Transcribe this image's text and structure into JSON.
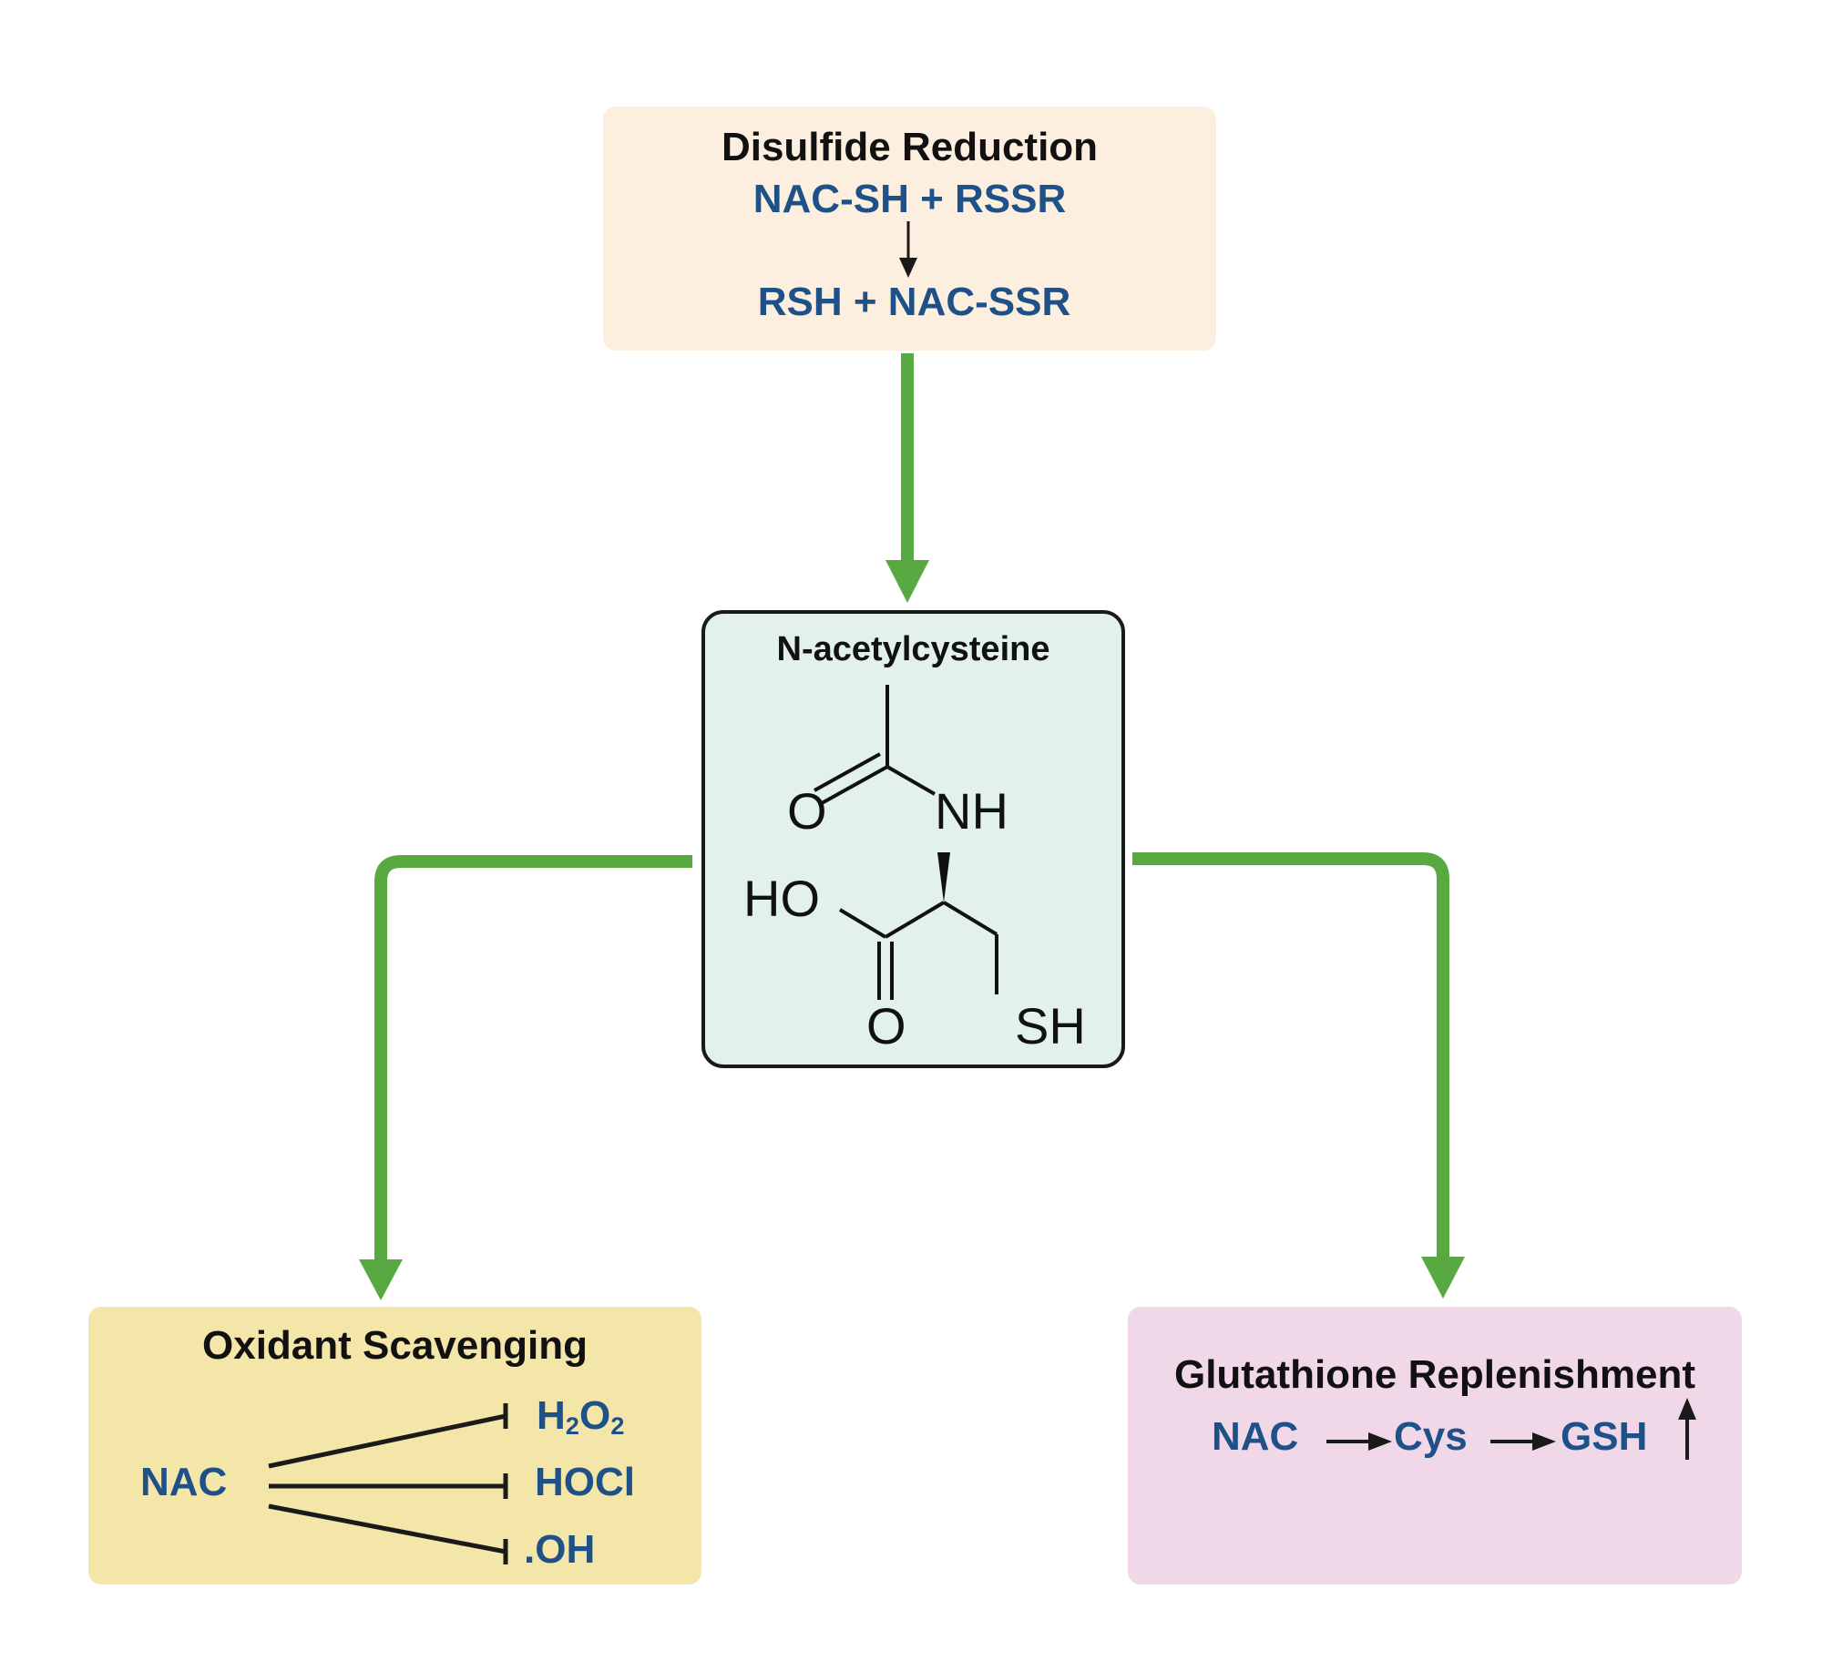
{
  "colors": {
    "flow_arrow": "#58a941",
    "chem_text": "#1e5188",
    "title_text": "#111111",
    "disulfide_bg": "#fdefdf",
    "nac_bg": "#e2f1ed",
    "oxidant_bg": "#f4e5a9",
    "gsh_bg": "#f1d8e8"
  },
  "disulfide": {
    "title": "Disulfide Reduction",
    "reactants": "NAC-SH + RSSR",
    "products": "RSH + NAC-SSR"
  },
  "center": {
    "title": "N-acetylcysteine",
    "atoms": {
      "o_carbonyl": "O",
      "nh": "NH",
      "ho": "HO",
      "o_acid": "O",
      "sh": "SH"
    }
  },
  "oxidant": {
    "title": "Oxidant Scavenging",
    "source": "NAC",
    "targets": {
      "h2o2": {
        "h": "H",
        "sub1": "2",
        "o": "O",
        "sub2": "2"
      },
      "hocl": "HOCl",
      "hydroxyl": ".OH"
    }
  },
  "glutathione": {
    "title": "Glutathione Replenishment",
    "steps": [
      "NAC",
      "Cys",
      "GSH"
    ],
    "trend_icon": "up-arrow-icon"
  }
}
